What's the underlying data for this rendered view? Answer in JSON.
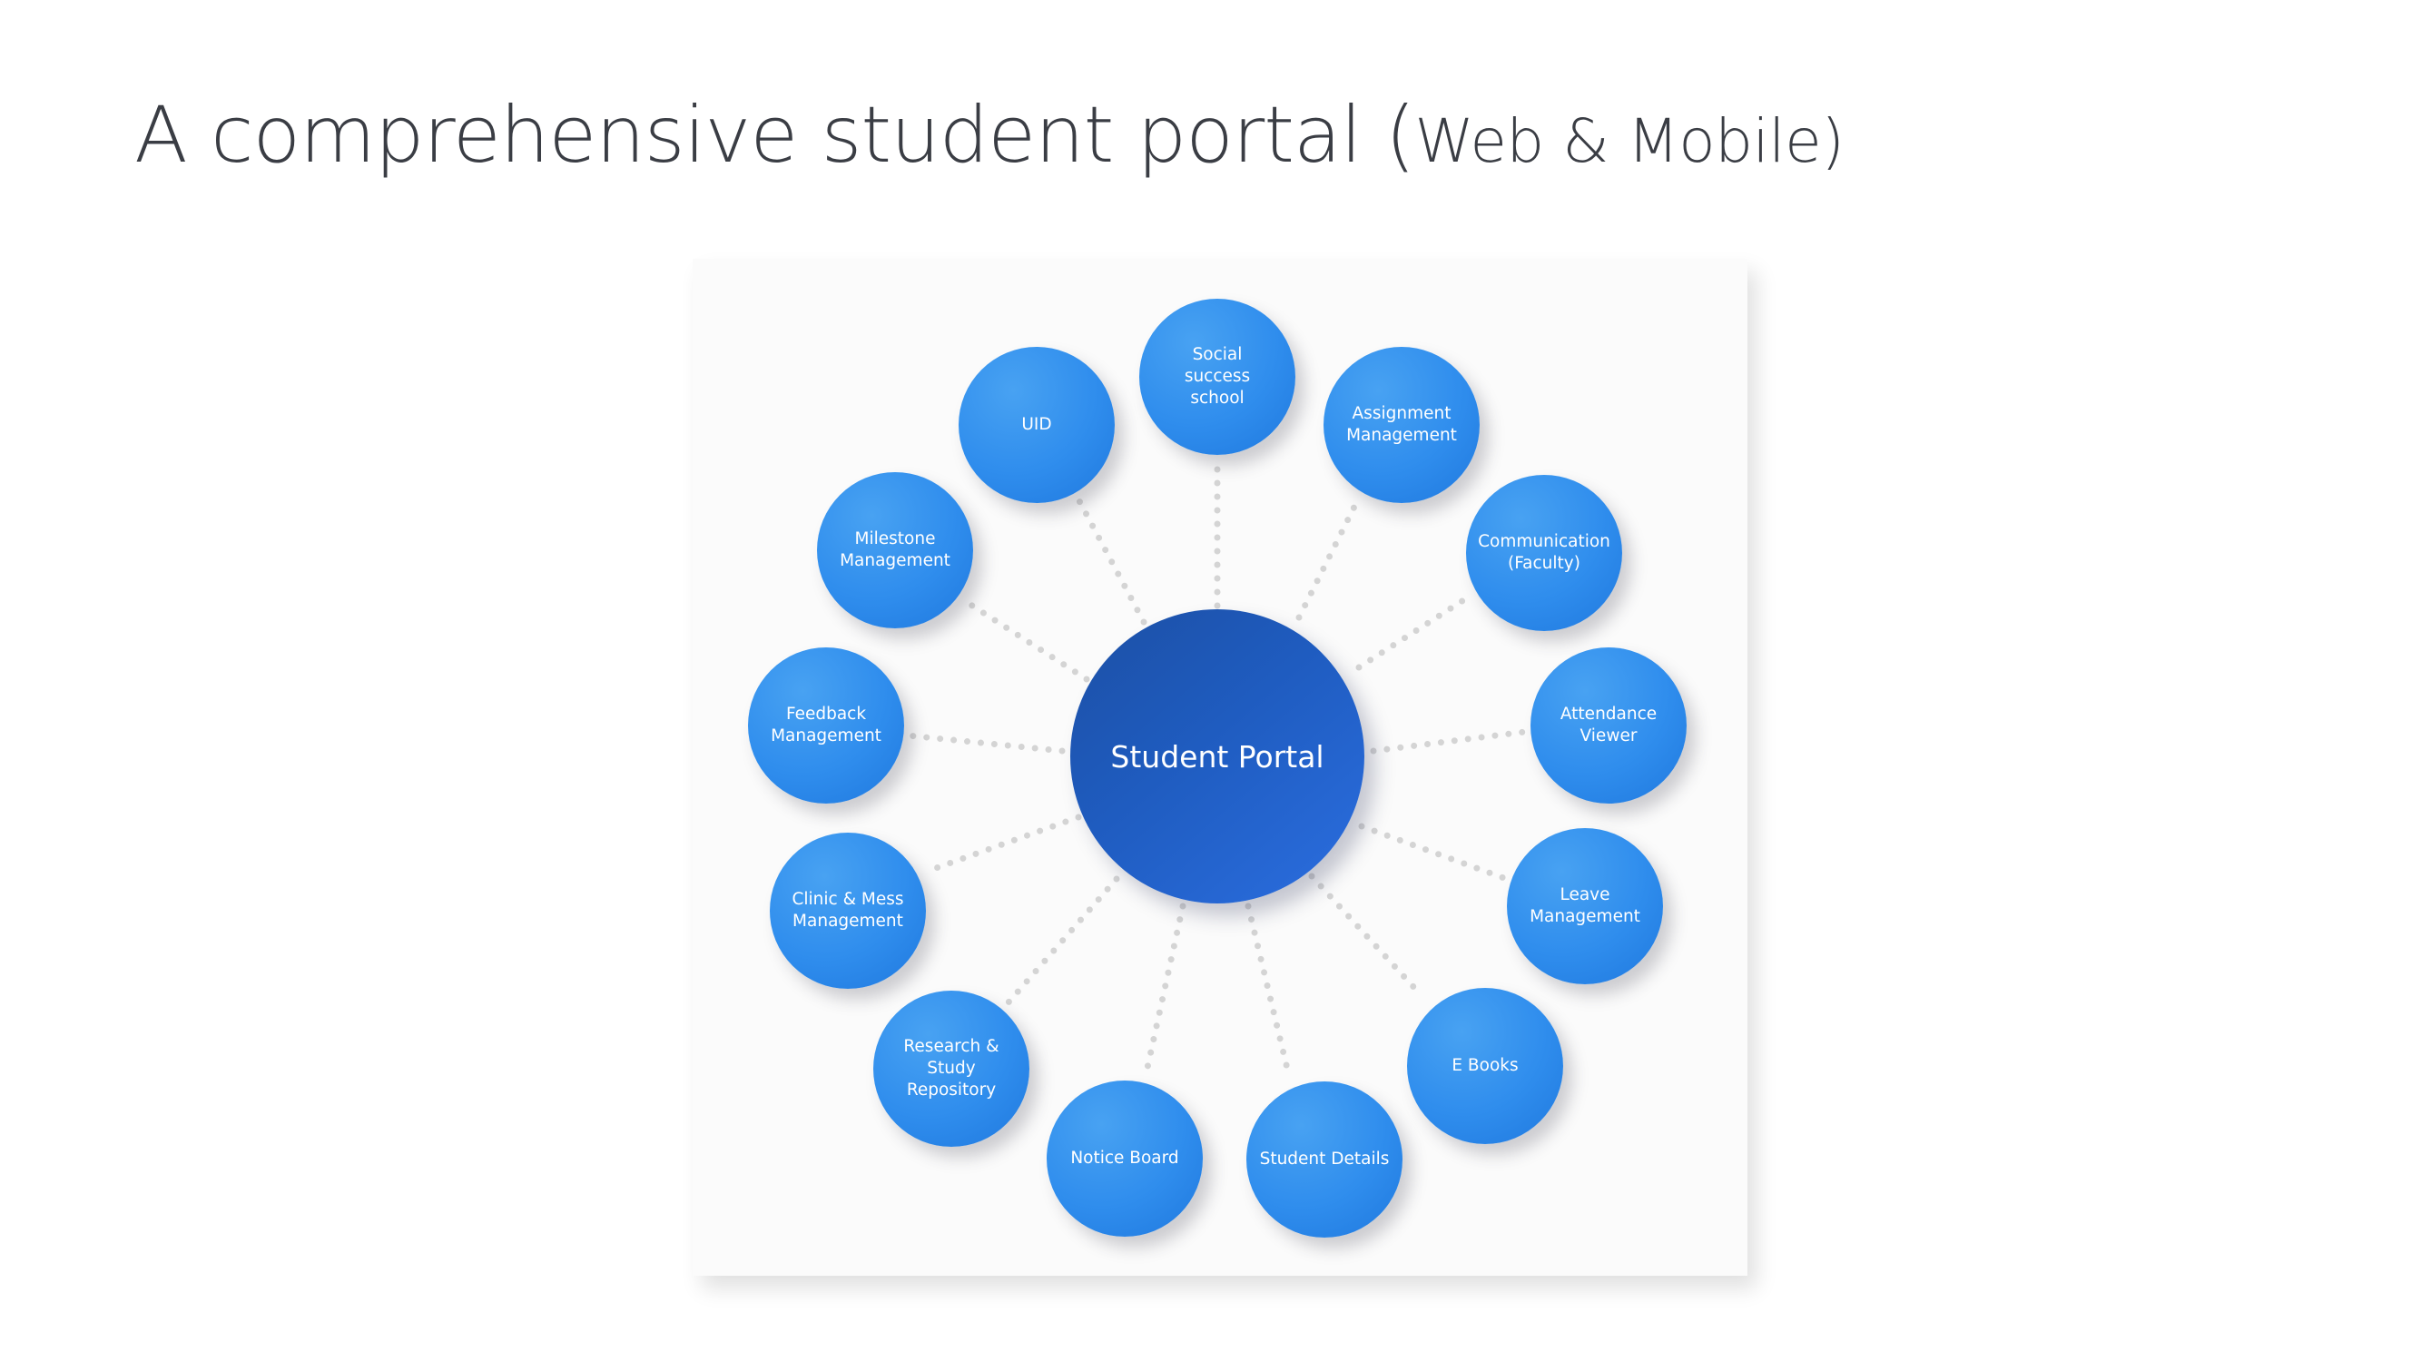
{
  "slide": {
    "title_main": "A comprehensive student portal (",
    "title_sub": "Web & Mobile)"
  },
  "diagram": {
    "hub": {
      "label": "Student Portal",
      "color": "#1f5cc0"
    },
    "node_color": "#2f8ded",
    "connector_color": "#d4d4d4",
    "nodes": [
      {
        "id": "social-success-school",
        "label": "Social\nsuccess\nschool"
      },
      {
        "id": "assignment-management",
        "label": "Assignment\nManagement"
      },
      {
        "id": "communication-faculty",
        "label": "Communication\n(Faculty)"
      },
      {
        "id": "attendance-viewer",
        "label": "Attendance\nViewer"
      },
      {
        "id": "leave-management",
        "label": "Leave\nManagement"
      },
      {
        "id": "e-books",
        "label": "E Books"
      },
      {
        "id": "student-details",
        "label": "Student Details"
      },
      {
        "id": "notice-board",
        "label": "Notice Board"
      },
      {
        "id": "research-study-repository",
        "label": "Research &\nStudy Repository"
      },
      {
        "id": "clinic-mess-management",
        "label": "Clinic & Mess\nManagement"
      },
      {
        "id": "feedback-management",
        "label": "Feedback\nManagement"
      },
      {
        "id": "milestone-management",
        "label": "Milestone\nManagement"
      },
      {
        "id": "uid",
        "label": "UID"
      }
    ]
  }
}
